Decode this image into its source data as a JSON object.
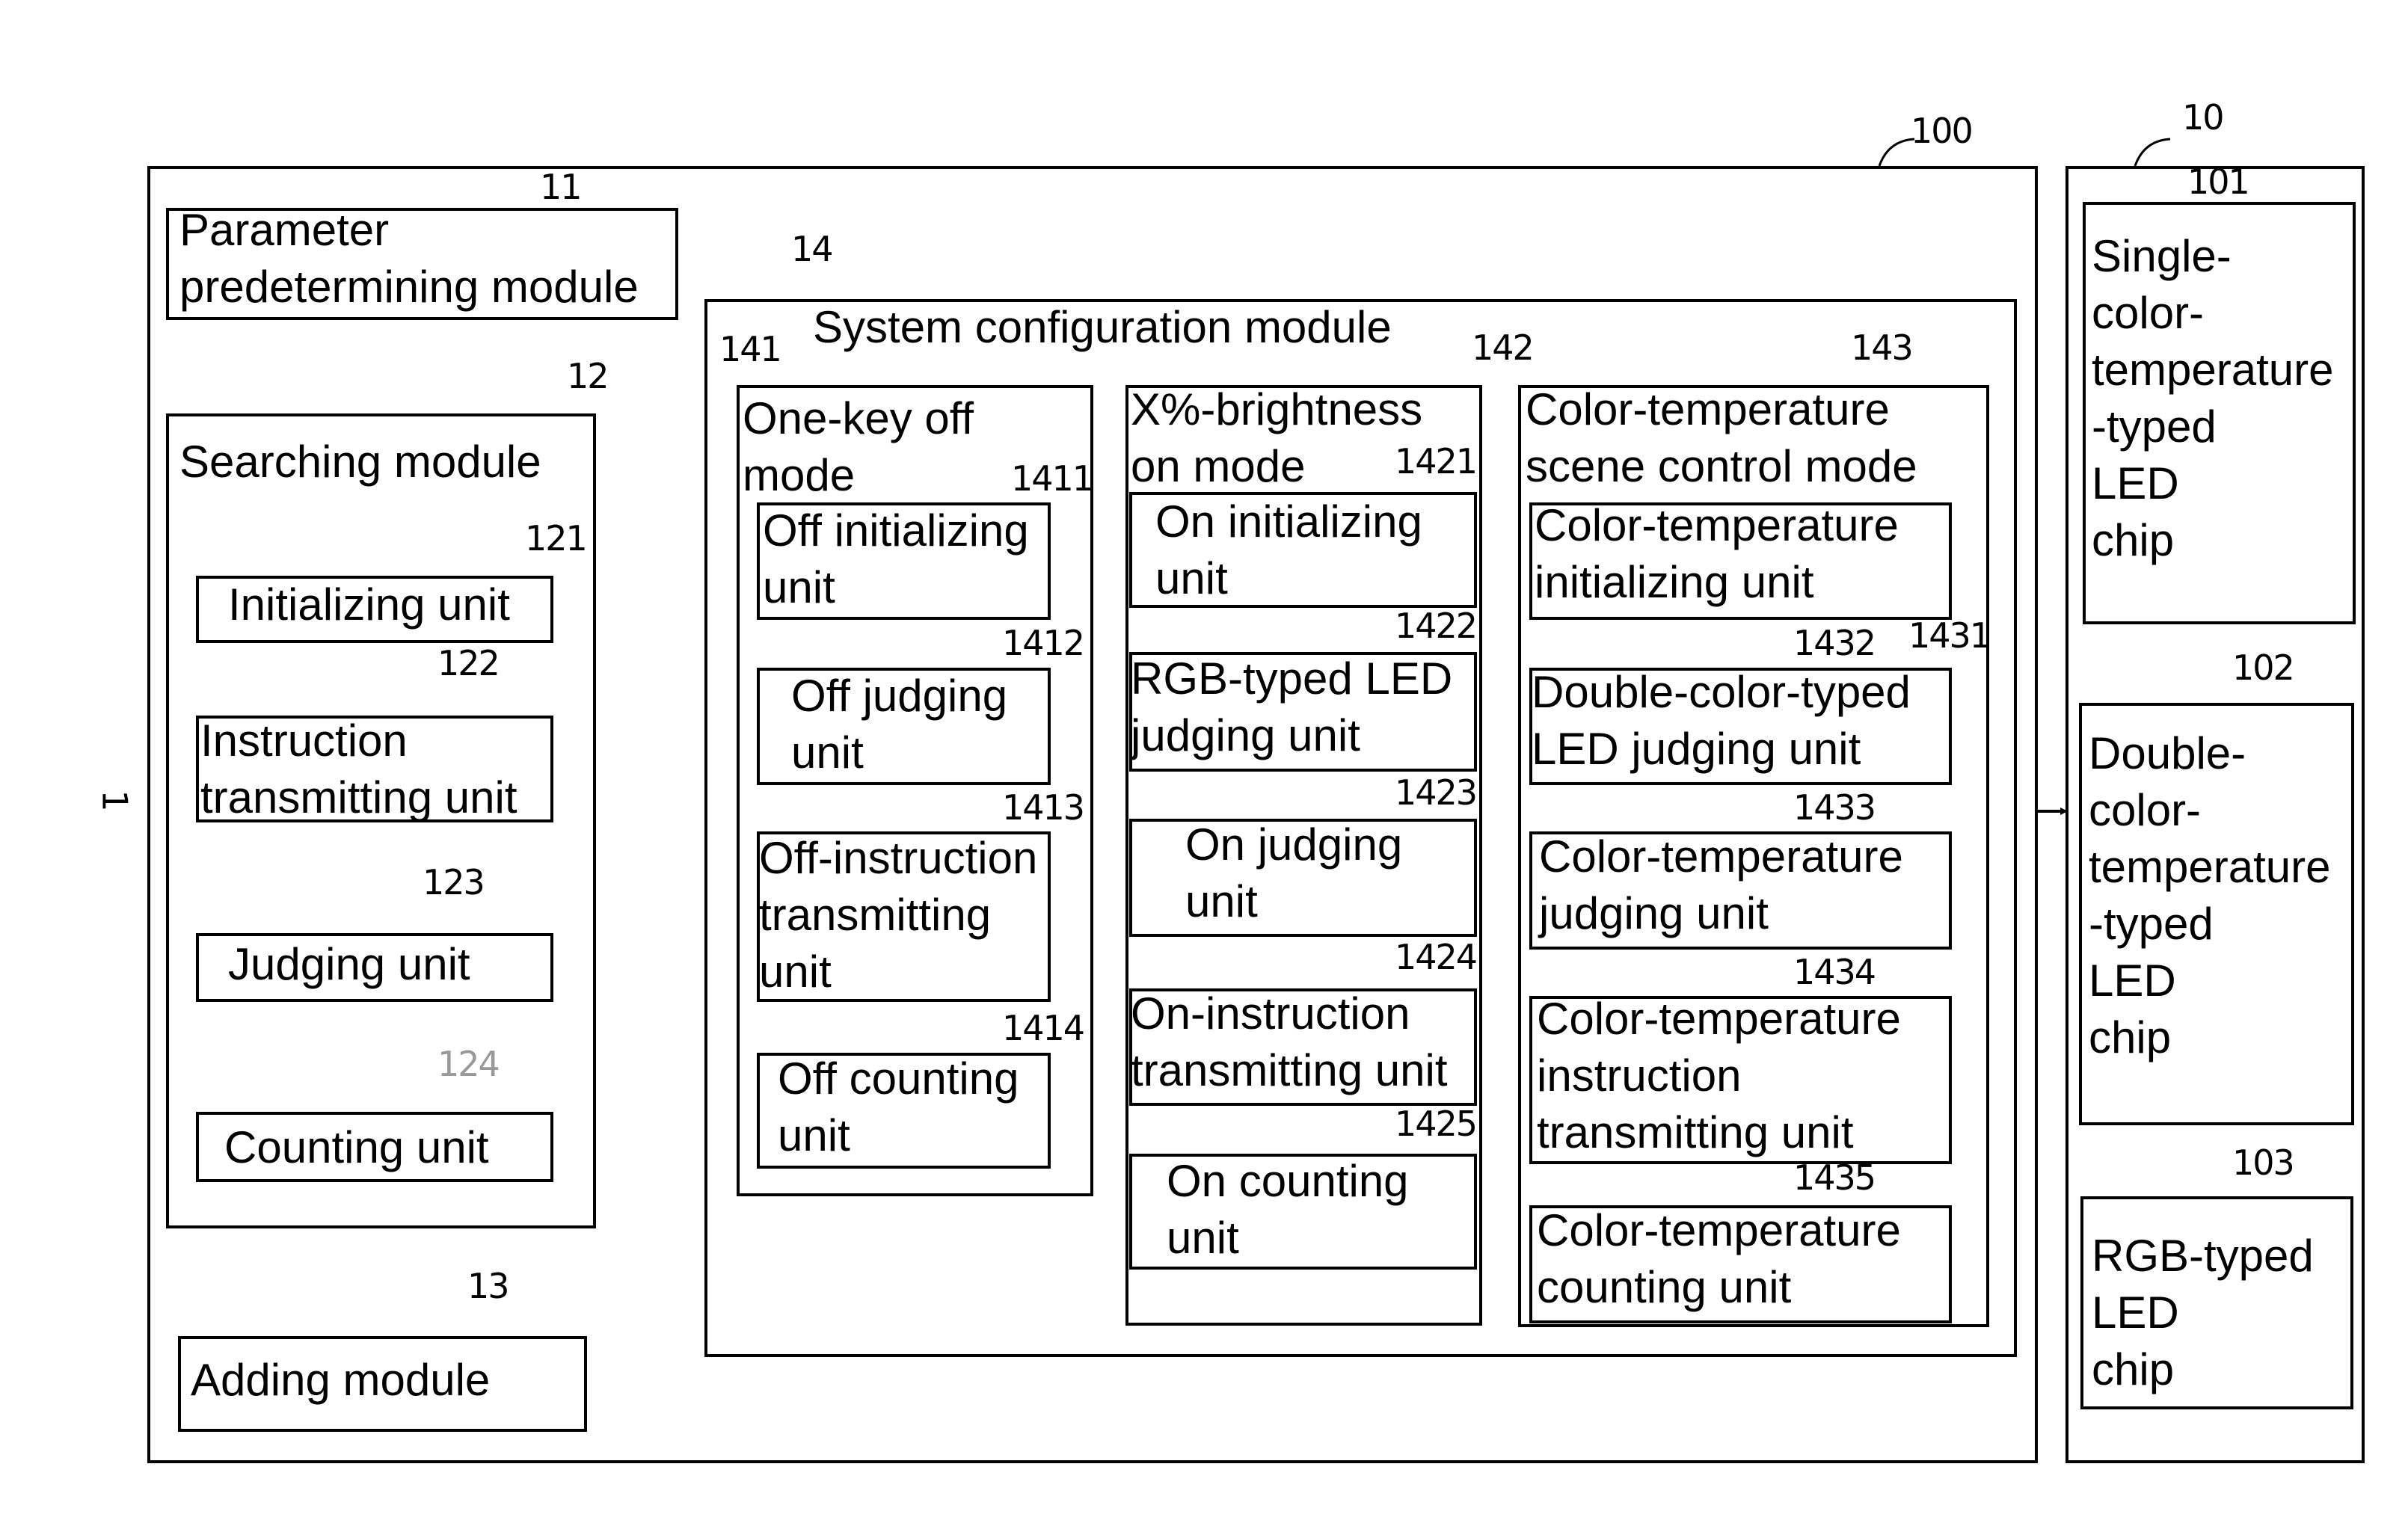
{
  "refs": {
    "system": "1",
    "controller": "100",
    "led_device": "10",
    "param": "11",
    "searching": "12",
    "init_unit": "121",
    "instr_unit": "122",
    "judging_unit": "123",
    "counting_unit": "124",
    "adding": "13",
    "config": "14",
    "mode_off": "141",
    "off_init": "1411",
    "off_judging": "1412",
    "off_instr": "1413",
    "off_counting": "1414",
    "mode_on": "142",
    "on_init": "1421",
    "rgb_judging": "1422",
    "on_judging": "1423",
    "on_instr": "1424",
    "on_counting": "1425",
    "mode_ct": "143",
    "ct_init": "1431",
    "dc_judging": "1432",
    "ct_judging": "1433",
    "ct_instr": "1434",
    "ct_counting": "1435",
    "chip_single": "101",
    "chip_double": "102",
    "chip_rgb": "103"
  },
  "labels": {
    "param": "Parameter\npredetermining module",
    "searching": "Searching module",
    "init_unit": "Initializing unit",
    "instr_unit": "Instruction\ntransmitting unit",
    "judging_unit": "Judging unit",
    "counting_unit": "Counting unit",
    "adding": "Adding module",
    "config": "System configuration module",
    "mode_off": "One-key off\nmode",
    "off_init": "Off initializing\nunit",
    "off_judging": "Off judging\nunit",
    "off_instr": "Off-instruction\ntransmitting\nunit",
    "off_counting": "Off counting\nunit",
    "mode_on": "X%-brightness\non mode",
    "on_init": "On initializing\nunit",
    "rgb_judging": "RGB-typed LED\njudging unit",
    "on_judging": "On judging\nunit",
    "on_instr": "On-instruction\ntransmitting unit",
    "on_counting": "On counting\nunit",
    "mode_ct": "Color-temperature\nscene control mode",
    "ct_init": "Color-temperature\ninitializing unit",
    "dc_judging": "Double-color-typed\nLED judging unit",
    "ct_judging": "Color-temperature\njudging unit",
    "ct_instr": "Color-temperature\ninstruction\ntransmitting unit",
    "ct_counting": "Color-temperature\ncounting unit",
    "chip_single": "Single-\ncolor-\ntemperature\n-typed\nLED\nchip",
    "chip_double": "Double-\ncolor-\ntemperature\n-typed\nLED\nchip",
    "chip_rgb": "RGB-typed\nLED\nchip"
  }
}
